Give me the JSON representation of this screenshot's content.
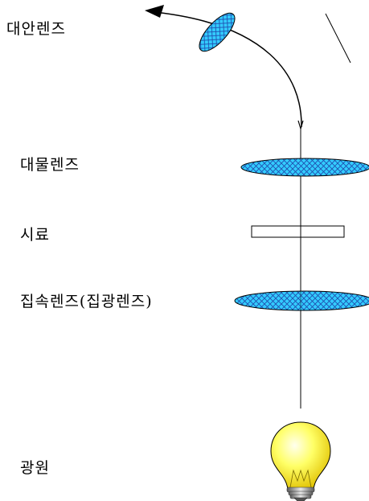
{
  "labels": {
    "eyepiece": "대안렌즈",
    "objective": "대물렌즈",
    "specimen": "시료",
    "condenser": "집속렌즈(집광렌즈)",
    "light_source": "광원"
  },
  "colors": {
    "lens_fill": "#33ccff",
    "lens_hatch": "#1f4fae",
    "bulb_glass": "#ffff66",
    "bulb_base": "#808080",
    "line": "#000000"
  }
}
